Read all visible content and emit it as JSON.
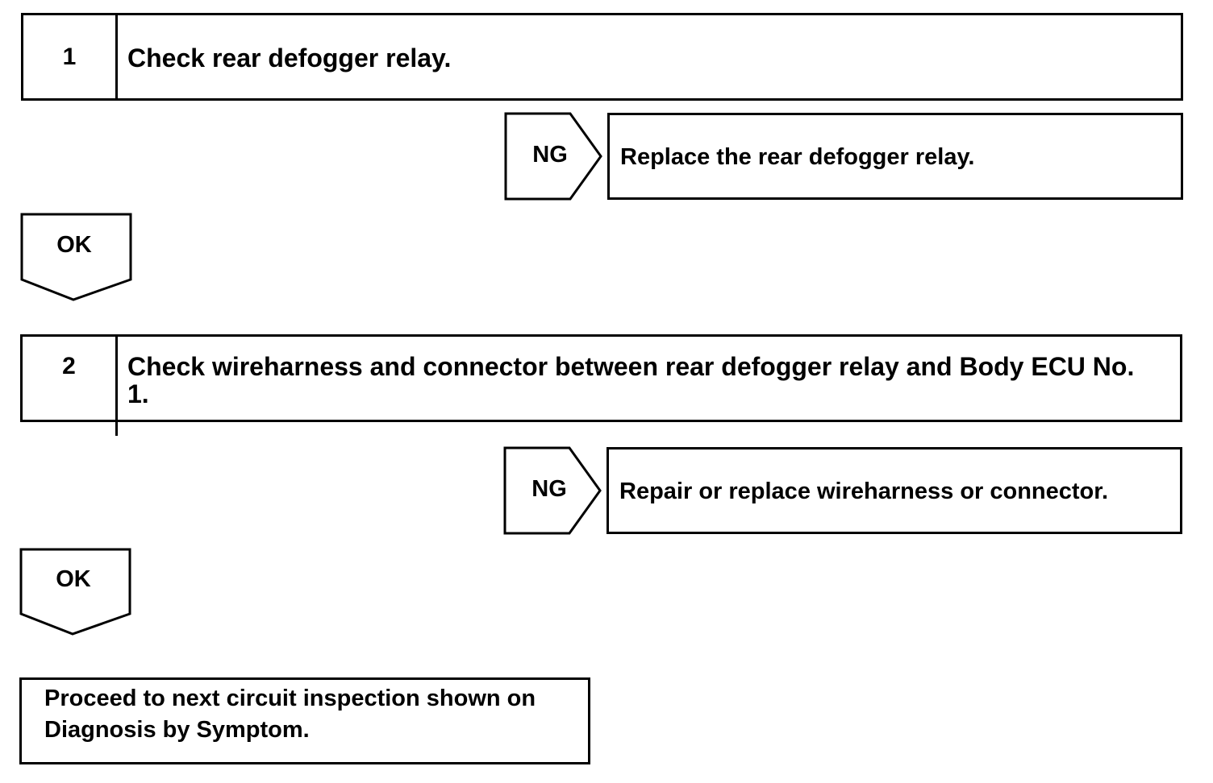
{
  "steps": [
    {
      "number": "1",
      "text": "Check rear defogger relay."
    },
    {
      "number": "2",
      "text": "Check wireharness and connector between rear defogger relay and Body ECU No. 1."
    }
  ],
  "ng_branches": [
    {
      "label": "NG",
      "action": "Replace the rear defogger relay."
    },
    {
      "label": "NG",
      "action": "Repair or replace wireharness or connector."
    }
  ],
  "ok_arrows": [
    {
      "label": "OK"
    },
    {
      "label": "OK"
    }
  ],
  "final": {
    "text": "Proceed to next circuit inspection shown on Diagnosis by Symptom."
  }
}
